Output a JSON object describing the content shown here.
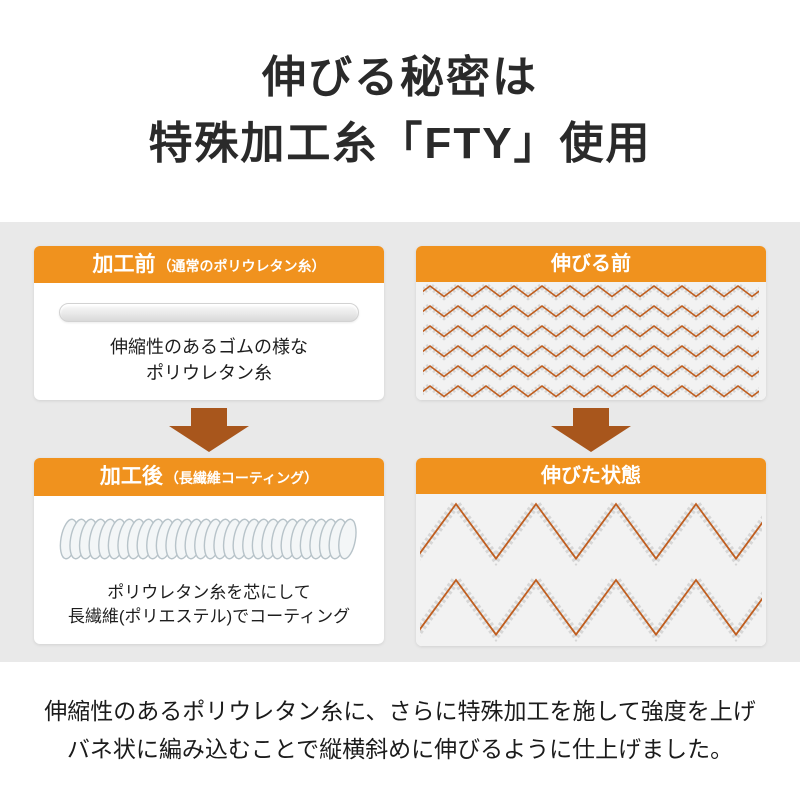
{
  "title": {
    "line1": "伸びる秘密は",
    "line2": "特殊加工糸「FTY」使用"
  },
  "left": {
    "before": {
      "header_main": "加工前",
      "header_sub": "（通常のポリウレタン糸）",
      "caption_line1": "伸縮性のあるゴムの様な",
      "caption_line2": "ポリウレタン糸"
    },
    "after": {
      "header_main": "加工後",
      "header_sub": "（長繊維コーティング）",
      "caption_line1": "ポリウレタン糸を芯にして",
      "caption_line2": "長繊維(ポリエステル)でコーティング"
    }
  },
  "right": {
    "before": {
      "header": "伸びる前"
    },
    "after": {
      "header": "伸びた状態"
    }
  },
  "footer": {
    "line1": "伸縮性のあるポリウレタン糸に、さらに特殊加工を施して強度を上げ",
    "line2": "バネ状に編み込むことで縦横斜めに伸びるように仕上げました。"
  },
  "icons": {
    "down_arrow": "down-arrow-icon"
  },
  "colors": {
    "accent_orange": "#F0921E",
    "arrow_brown": "#A8561C",
    "zigzag_orange": "#C05E1F",
    "panel_gray": "#E9E9E9",
    "pattern_bg": "#F2F2F2"
  }
}
